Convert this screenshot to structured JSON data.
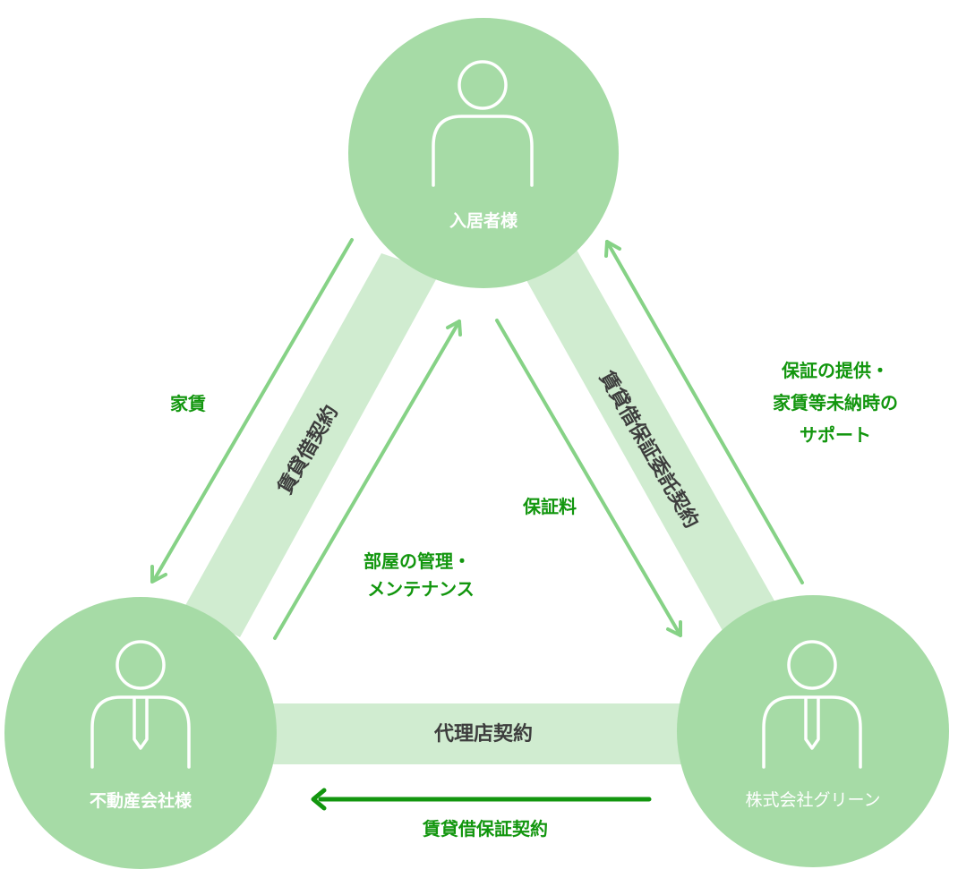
{
  "colors": {
    "circle": "#a6dba6",
    "band": "#d0ecd0",
    "arrow_light": "#86d286",
    "arrow_dark": "#12960e",
    "flow_text": "#12960e",
    "band_text": "#3d3d3d",
    "node_text": "#ffffff"
  },
  "nodes": {
    "tenant": {
      "label": "入居者様",
      "icon": "person-icon"
    },
    "realestate": {
      "label": "不動産会社様",
      "icon": "person-with-tie-icon"
    },
    "green": {
      "label": "株式会社グリーン",
      "icon": "person-with-tie-icon"
    }
  },
  "contracts": {
    "lease": "賃貸借契約",
    "guarantee_commission": "賃貸借保証委託契約",
    "agency": "代理店契約"
  },
  "flows": {
    "rent": "家賃",
    "management": [
      "部屋の管理・",
      "メンテナンス"
    ],
    "guarantee_fee": "保証料",
    "support": [
      "保証の提供・",
      "家賃等未納時の",
      "サポート"
    ],
    "lease_guarantee": "賃貸借保証契約"
  }
}
